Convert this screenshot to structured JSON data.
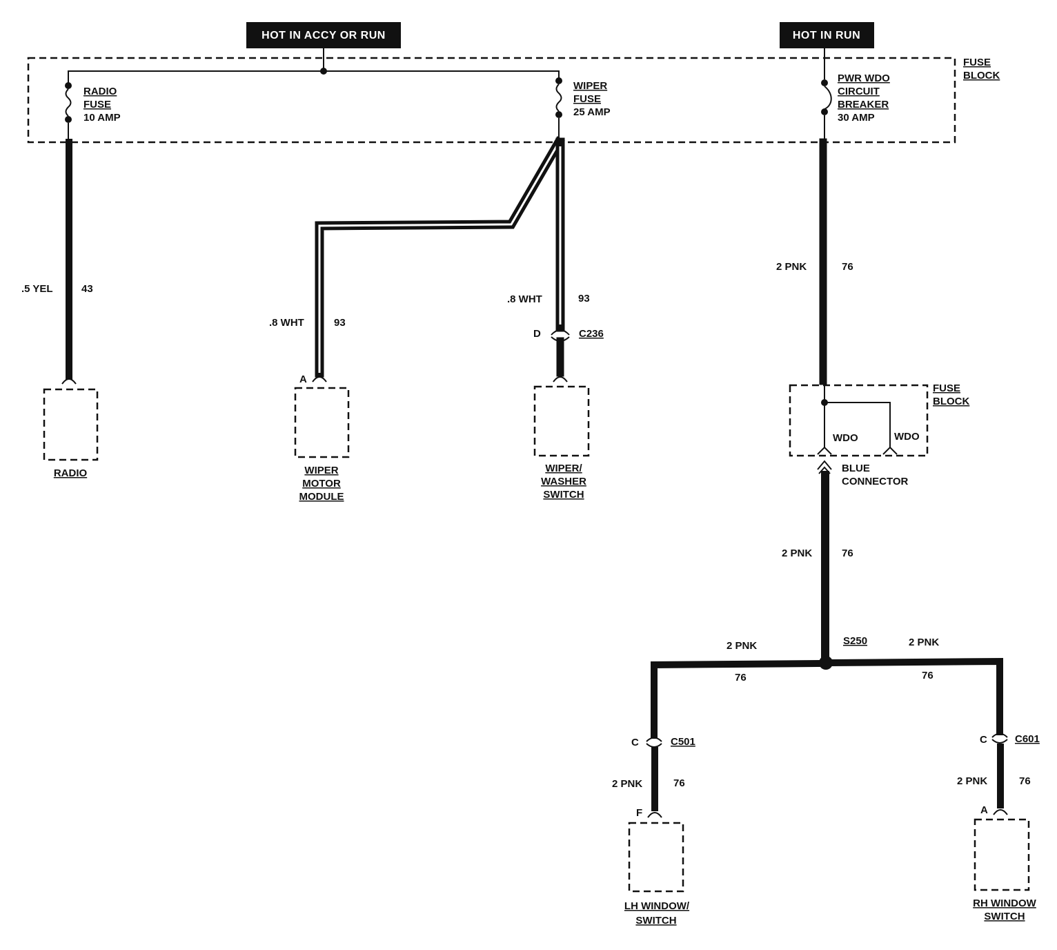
{
  "headers": {
    "accy_run": "HOT IN ACCY OR RUN",
    "run": "HOT IN RUN"
  },
  "fuse_block_top": {
    "label_line1": "FUSE",
    "label_line2": "BLOCK",
    "radio_fuse": [
      "RADIO",
      "FUSE",
      "10 AMP"
    ],
    "wiper_fuse": [
      "WIPER",
      "FUSE",
      "25 AMP"
    ],
    "pwr_wdo_breaker": [
      "PWR WDO",
      "CIRCUIT",
      "BREAKER",
      "30 AMP"
    ]
  },
  "wires": {
    "radio": {
      "color": ".5 YEL",
      "circuit": "43"
    },
    "wiper_motor": {
      "color": ".8 WHT",
      "circuit": "93",
      "terminal": "A"
    },
    "wiper_switch": {
      "color": ".8 WHT",
      "circuit": "93",
      "terminal": "D",
      "connector": "C236"
    },
    "pwr_feed_upper": {
      "color": "2 PNK",
      "circuit": "76"
    },
    "pwr_feed_lower": {
      "color": "2 PNK",
      "circuit": "76"
    },
    "lh_branch": {
      "color": "2 PNK",
      "circuit": "76"
    },
    "rh_branch": {
      "color": "2 PNK",
      "circuit": "76"
    },
    "lh_switch": {
      "color": "2 PNK",
      "circuit": "76",
      "terminal_upper": "C",
      "connector": "C501",
      "terminal_lower": "F"
    },
    "rh_switch": {
      "color": "2 PNK",
      "circuit": "76",
      "terminal_upper": "C",
      "connector": "C601",
      "terminal_lower": "A"
    }
  },
  "splice": "S250",
  "fuse_block_lower": {
    "label_line1": "FUSE",
    "label_line2": "BLOCK",
    "wdo_left": "WDO",
    "wdo_right": "WDO",
    "connector_line1": "BLUE",
    "connector_line2": "CONNECTOR"
  },
  "components": {
    "radio": [
      "RADIO"
    ],
    "wiper_motor": [
      "WIPER",
      "MOTOR",
      "MODULE"
    ],
    "wiper_switch": [
      "WIPER/",
      "WASHER",
      "SWITCH"
    ],
    "lh_window": [
      "LH WINDOW/",
      "SWITCH"
    ],
    "rh_window": [
      "RH WINDOW",
      "SWITCH"
    ]
  }
}
